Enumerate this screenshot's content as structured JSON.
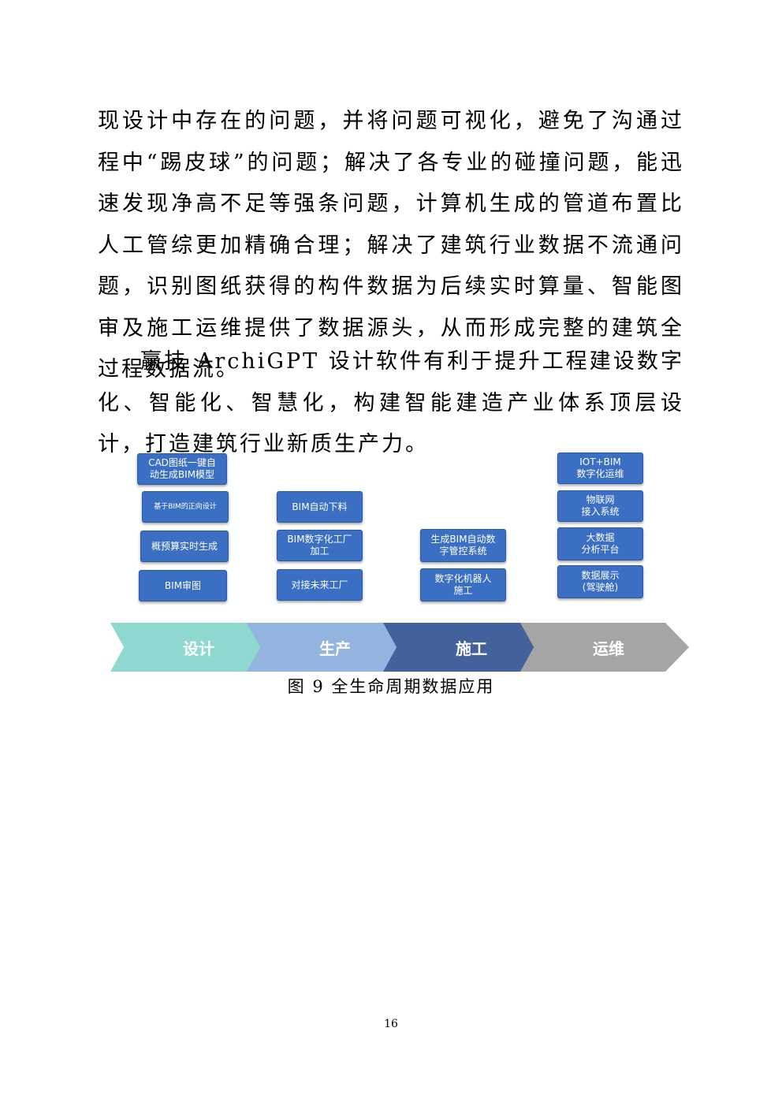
{
  "paragraphs": {
    "p1": "现设计中存在的问题，并将问题可视化，避免了沟通过程中“踢皮球”的问题；解决了各专业的碰撞问题，能迅速发现净高不足等强条问题，计算机生成的管道布置比人工管综更加精确合理；解决了建筑行业数据不流通问题，识别图纸获得的构件数据为后续实时算量、智能图审及施工运维提供了数据源头，从而形成完整的建筑全过程数据流。",
    "p2": "赢技 ArchiGPT 设计软件有利于提升工程建设数字化、智能化、智慧化，构建智能建造产业体系顶层设计，打造建筑行业新质生产力。"
  },
  "figure": {
    "design": {
      "label": "设计",
      "items": [
        "CAD图纸一键自\n动生成BIM模型",
        "基于BIM的正向设计",
        "概预算实时生成",
        "BIM审图"
      ]
    },
    "production": {
      "label": "生产",
      "items": [
        "BIM自动下料",
        "BIM数字化工厂\n加工",
        "对接未来工厂"
      ]
    },
    "construction": {
      "label": "施工",
      "items": [
        "生成BIM自动数\n字管控系统",
        "数字化机器人\n施工"
      ]
    },
    "operation": {
      "label": "运维",
      "items": [
        "IOT+BIM\n数字化运维",
        "物联网\n接入系统",
        "大数据\n分析平台",
        "数据展示\n(驾驶舱)"
      ]
    },
    "colors": {
      "box": "#3a6fc4",
      "design": "#8fd8d0",
      "production": "#93b4df",
      "construction": "#43619c",
      "operation": "#a5a5a5"
    }
  },
  "caption": "图 9  全生命周期数据应用",
  "page_number": "16"
}
